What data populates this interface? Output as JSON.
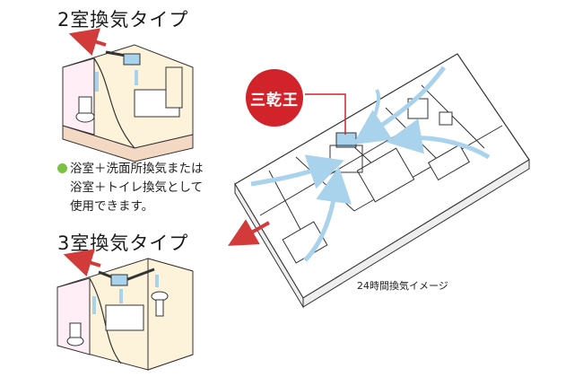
{
  "type2": {
    "heading": "2室換気タイプ"
  },
  "type3": {
    "heading": "3室換気タイプ"
  },
  "note": {
    "lines": [
      "浴室＋洗面所換気または",
      "浴室＋トイレ換気として",
      "使用できます。"
    ],
    "bullet_color": "#7cc242"
  },
  "badge": {
    "label": "三乾王",
    "color": "#d2232a"
  },
  "floorplan": {
    "caption": "24時間換気イメージ"
  },
  "colors": {
    "airflow": "#a9d3ec",
    "exhaust": "#d33a3a",
    "bath_room": "#ffeef5",
    "wash_room": "#fdf3da",
    "outline": "#333333"
  }
}
